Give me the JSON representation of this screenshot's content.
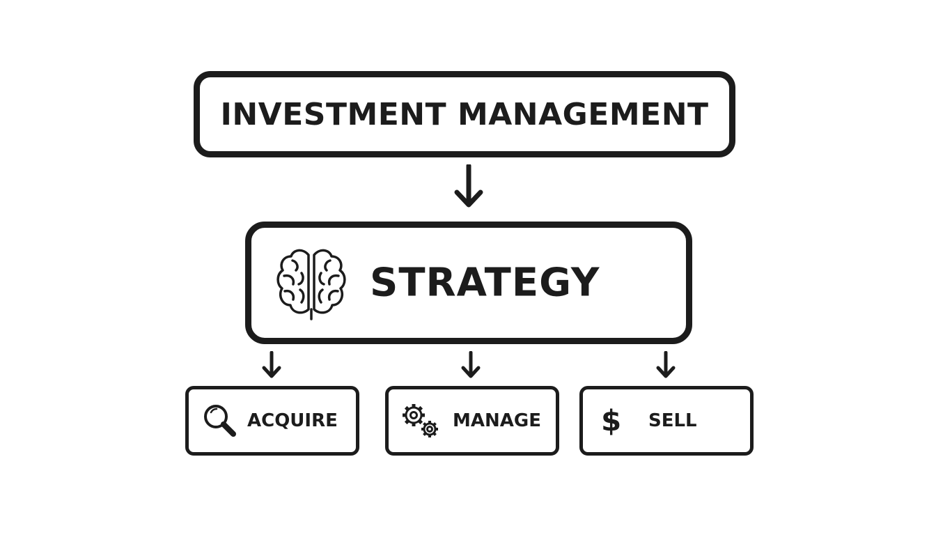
{
  "diagram": {
    "top_box": {
      "label": "INVESTMENT MANAGEMENT"
    },
    "middle_box": {
      "label": "STRATEGY",
      "icon": "brain-icon"
    },
    "bottom_boxes": [
      {
        "label": "ACQUIRE",
        "icon": "magnifying-glass-icon"
      },
      {
        "label": "MANAGE",
        "icon": "gears-icon"
      },
      {
        "label": "SELL",
        "icon": "dollar-sign-icon",
        "icon_glyph": "$"
      }
    ],
    "colors": {
      "stroke": "#1c1c1c",
      "background": "#ffffff"
    }
  }
}
